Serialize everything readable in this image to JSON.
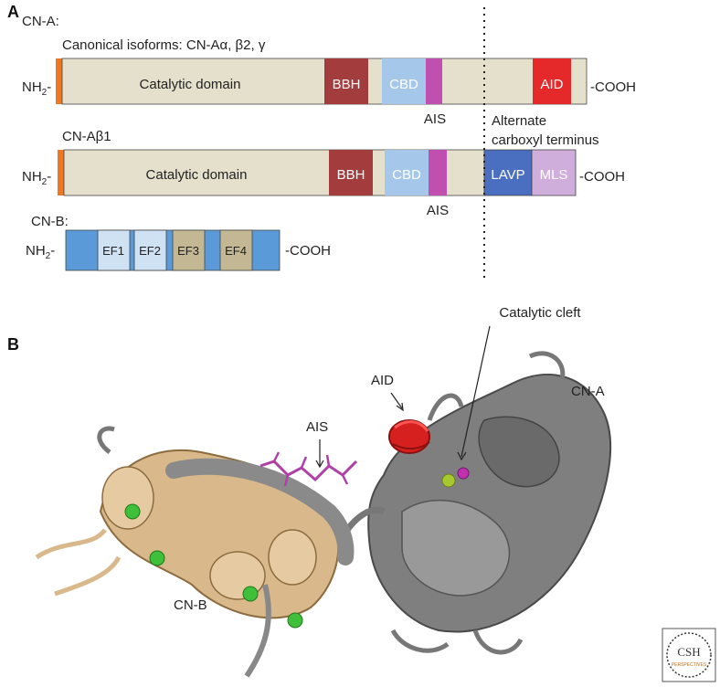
{
  "panel_a": "A",
  "panel_b": "B",
  "colors": {
    "backbone": "#e4e0cc",
    "nh2_tip": "#ee7722",
    "bbh": "#a33d3d",
    "cbd": "#a5c8ea",
    "ais": "#c050b0",
    "aid": "#e5292a",
    "lavp": "#4a6ec0",
    "mls": "#d0aedc",
    "cnb_bar": "#5b9ad8",
    "ef_light": "#cfe2f4",
    "ef_tan": "#c3b893",
    "cnb_ribbon": "#d9b98c",
    "cna_ribbon": "#8a8a8a",
    "calcium": "#3fbf3a"
  },
  "cna": {
    "title": "CN-A:",
    "subtitle": "Canonical isoforms: CN-Aα, β2, γ",
    "nh2_main": "NH",
    "nh2_sub": "2",
    "nh2_dash": "-",
    "catalytic": "Catalytic domain",
    "bbh": "BBH",
    "cbd": "CBD",
    "aid": "AID",
    "cooh": "-COOH",
    "ais": "AIS"
  },
  "alt": {
    "line1": "Alternate",
    "line2": "carboxyl terminus"
  },
  "cnab1": {
    "title": "CN-Aβ1",
    "nh2_main": "NH",
    "nh2_sub": "2",
    "nh2_dash": "-",
    "catalytic": "Catalytic domain",
    "bbh": "BBH",
    "cbd": "CBD",
    "lavp": "LAVP",
    "mls": "MLS",
    "cooh": "-COOH",
    "ais": "AIS"
  },
  "cnb": {
    "title": "CN-B:",
    "nh2_main": "NH",
    "nh2_sub": "2",
    "nh2_dash": "-",
    "ef": [
      "EF1",
      "EF2",
      "EF3",
      "EF4"
    ],
    "cooh": "-COOH"
  },
  "structure": {
    "catalytic_cleft": "Catalytic cleft",
    "aid": "AID",
    "ais": "AIS",
    "cna": "CN-A",
    "cnb": "CN-B"
  },
  "logo": {
    "line1": "CSH",
    "line2": "PERSPECTIVES"
  }
}
